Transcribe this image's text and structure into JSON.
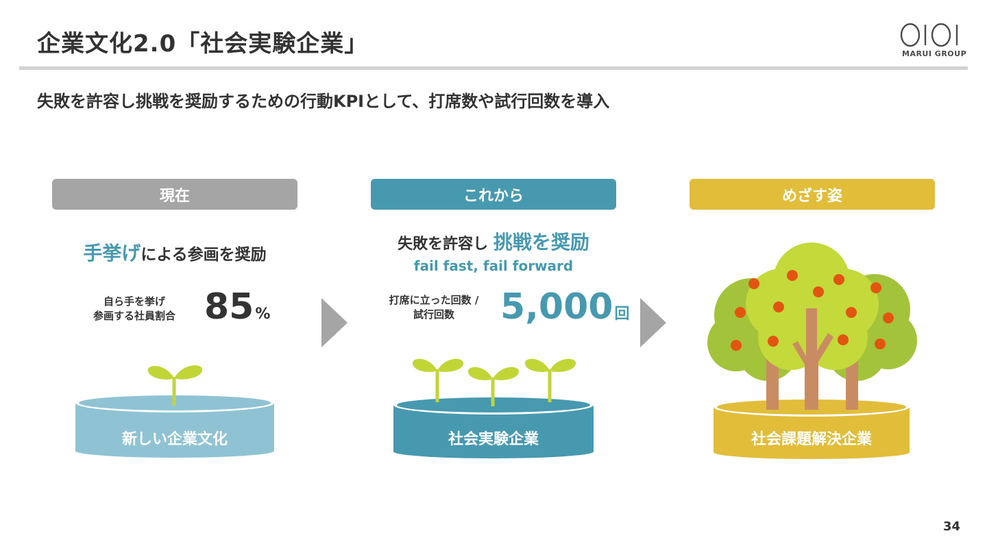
{
  "header": {
    "title": "企業文化2.0「社会実験企業」",
    "logo_text": "MARUI GROUP"
  },
  "subtitle": "失敗を許容し挑戦を奨励するための行動KPIとして、打席数や試行回数を導入",
  "columns": [
    {
      "pill_label": "現在",
      "pill_color": "#a5a5a5",
      "heading_highlight": "手挙げ",
      "heading_rest": "による参画を奨励",
      "metric_label_line1": "自ら手を挙げ",
      "metric_label_line2": "参画する社員割合",
      "metric_value": "85",
      "metric_unit": "%",
      "pot_label": "新しい企業文化",
      "pot_color": "#8fc3d3"
    },
    {
      "pill_label": "これから",
      "pill_color": "#4799b0",
      "heading_prefix": "失敗を許容し",
      "heading_highlight": "挑戦を奨励",
      "tagline": "fail fast, fail forward",
      "metric_label_line1": "打席に立った回数 /",
      "metric_label_line2": "試行回数",
      "metric_value": "5,000",
      "metric_unit": "回",
      "pot_label": "社会実験企業",
      "pot_color": "#4799b0"
    },
    {
      "pill_label": "めざす姿",
      "pill_color": "#e1bd3a",
      "pot_label": "社会課題解決企業",
      "pot_color": "#e1bd3a"
    }
  ],
  "colors": {
    "accent_blue": "#4799b0",
    "sprout_green": "#c2d537",
    "tree_green_dark": "#a3c33a",
    "tree_green_light": "#c4d93a",
    "fruit_orange": "#e25511",
    "trunk_brown": "#c98c62"
  },
  "icons": {
    "arrow_1": "chevron-right-triangle",
    "arrow_2": "chevron-right-triangle",
    "illustration_1": "single-sprout-pot",
    "illustration_2": "three-sprouts-pot",
    "illustration_3": "fruit-tree-grove-pot"
  },
  "page_number": "34"
}
